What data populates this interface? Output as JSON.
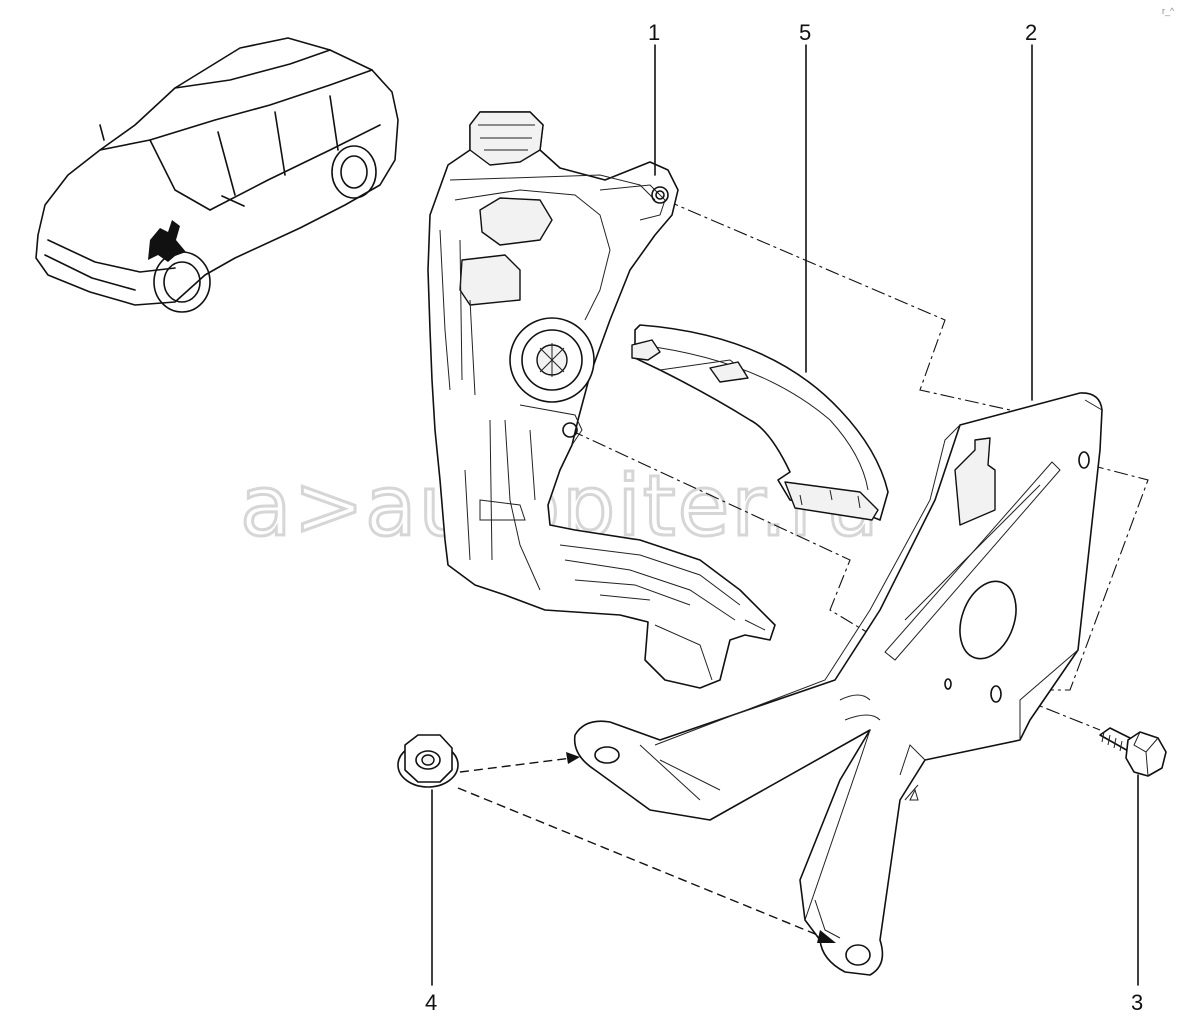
{
  "watermark": {
    "logo": "a>",
    "text": "autopiter.ru",
    "color": "#d6d6d6"
  },
  "callouts": [
    {
      "id": "1",
      "label": "1"
    },
    {
      "id": "5",
      "label": "5"
    },
    {
      "id": "2",
      "label": "2"
    },
    {
      "id": "4",
      "label": "4"
    },
    {
      "id": "3",
      "label": "3"
    }
  ],
  "corner_mark": "r_^",
  "parts": {
    "vehicle_icon": "car-locator-icon",
    "part_1": "accelerator-pedal-module",
    "part_2": "pedal-mounting-bracket",
    "part_3": "bolt",
    "part_4": "flange-nut",
    "part_5": "pedal-cover"
  }
}
